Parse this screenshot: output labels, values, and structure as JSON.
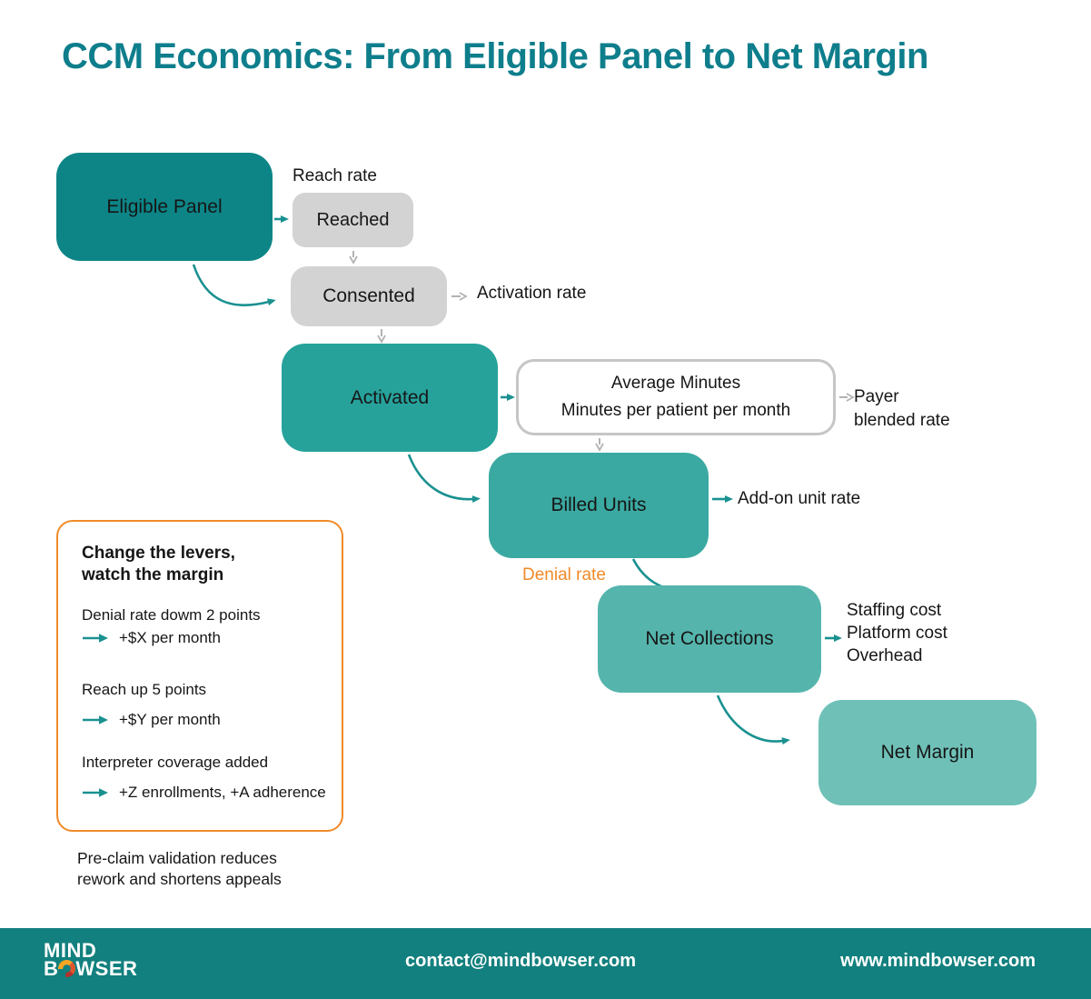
{
  "title": "CCM Economics: From Eligible Panel to Net Margin",
  "flow": {
    "eligible_panel": "Eligible Panel",
    "reach_rate_label": "Reach rate",
    "reached": "Reached",
    "consented": "Consented",
    "activation_rate_label": "Activation rate",
    "activated": "Activated",
    "avg_minutes_line1": "Average Minutes",
    "avg_minutes_line2": "Minutes per patient per month",
    "payer_line1": "Payer",
    "payer_line2": "blended rate",
    "billed_units": "Billed Units",
    "addon_rate_label": "Add-on unit rate",
    "denial_rate_label": "Denial rate",
    "net_collections": "Net Collections",
    "costs_line1": "Staffing cost",
    "costs_line2": "Platform cost",
    "costs_line3": "Overhead",
    "net_margin": "Net Margin"
  },
  "levers_panel": {
    "heading_line1": "Change the levers,",
    "heading_line2": "watch the margin",
    "items": [
      {
        "label": "Denial rate dowm 2 points",
        "value": "+$X per month"
      },
      {
        "label": "Reach up 5 points",
        "value": "+$Y per month"
      },
      {
        "label": "Interpreter coverage added",
        "value": "+Z enrollments, +A adherence"
      }
    ]
  },
  "note_line1": "Pre-claim validation reduces",
  "note_line2": "rework and shortens appeals",
  "footer": {
    "logo_line1": "MIND",
    "logo_line2_pre": "B",
    "logo_line2_post": "WSER",
    "email": "contact@mindbowser.com",
    "website": "www.mindbowser.com"
  },
  "colors": {
    "title": "#0e7e8c",
    "teal_dark": "#0d8587",
    "teal_activated": "#26a29b",
    "teal_billed": "#3aa9a1",
    "teal_collections": "#55b5ad",
    "teal_margin": "#6fc1b8",
    "gray_box": "#d3d3d3",
    "gray_arrow": "#b3b3b3",
    "teal_arrow": "#1a9190",
    "orange": "#f08a28",
    "footer_bg": "#12807e",
    "text_dark": "#161616"
  }
}
